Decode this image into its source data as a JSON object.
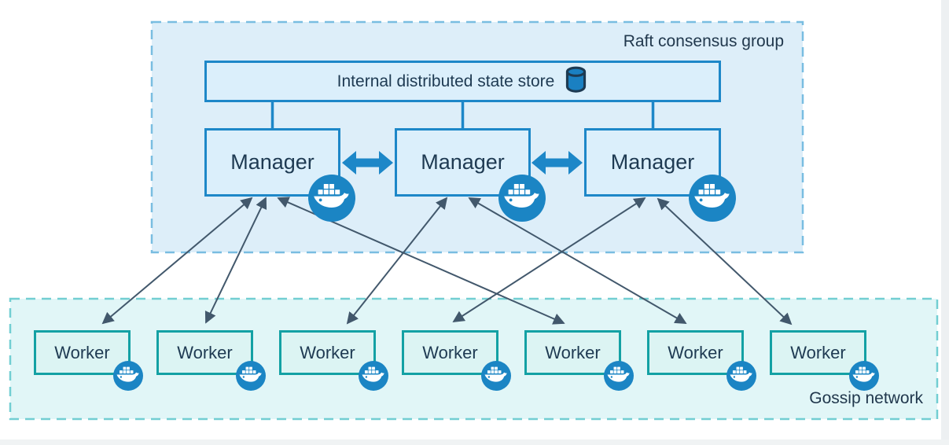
{
  "raft_group": {
    "label": "Raft consensus group"
  },
  "state_store": {
    "label": "Internal distributed state store"
  },
  "managers": [
    {
      "label": "Manager"
    },
    {
      "label": "Manager"
    },
    {
      "label": "Manager"
    }
  ],
  "workers": [
    {
      "label": "Worker"
    },
    {
      "label": "Worker"
    },
    {
      "label": "Worker"
    },
    {
      "label": "Worker"
    },
    {
      "label": "Worker"
    },
    {
      "label": "Worker"
    },
    {
      "label": "Worker"
    }
  ],
  "gossip_network": {
    "label": "Gossip network"
  },
  "icons": {
    "database": "database-cylinder-icon",
    "docker": "docker-whale-icon"
  },
  "colors": {
    "blue_border": "#1d87c8",
    "blue_box_fill": "#dbeffb",
    "raft_fill": "#ddeef9",
    "raft_dash": "#79bde1",
    "teal_border": "#13a1a4",
    "worker_fill": "#dcf4f3",
    "gossip_fill": "#e1f6f7",
    "gossip_dash": "#72ced2",
    "docker_blue": "#1b85c4",
    "link_arrow": "#42586c",
    "text": "#1e3a52"
  }
}
